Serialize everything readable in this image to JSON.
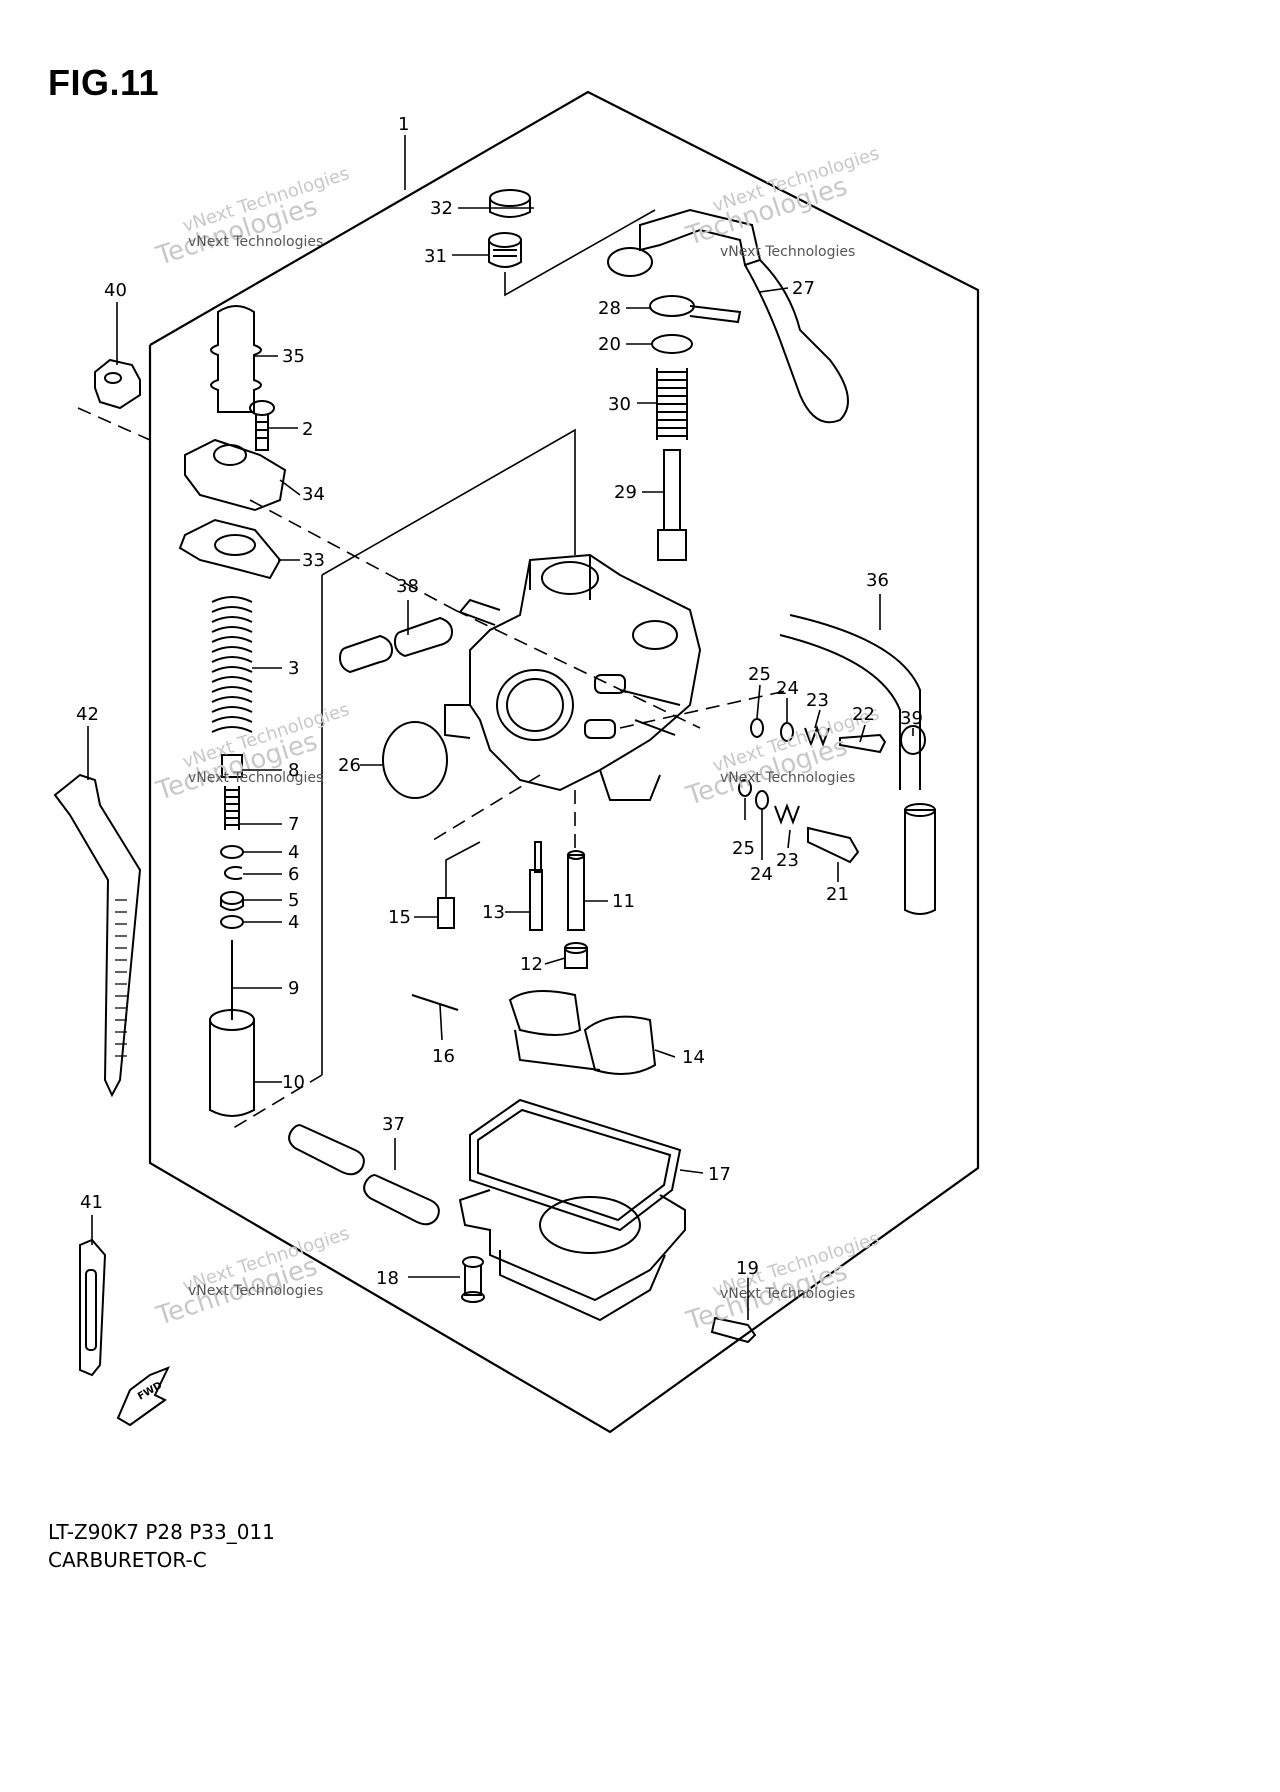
{
  "figure_label": "FIG.11",
  "diagram_code": "LT-Z90K7 P28 P33_011",
  "diagram_name": "CARBURETOR-C",
  "watermark": {
    "line1": "vNext Technologies",
    "line2": "Technologies"
  },
  "fwd_label": "FWD",
  "callouts": [
    "1",
    "2",
    "3",
    "4",
    "5",
    "6",
    "7",
    "8",
    "9",
    "10",
    "11",
    "12",
    "13",
    "14",
    "15",
    "16",
    "17",
    "18",
    "19",
    "20",
    "21",
    "22",
    "23",
    "24",
    "25",
    "26",
    "27",
    "28",
    "29",
    "30",
    "31",
    "32",
    "33",
    "34",
    "35",
    "36",
    "37",
    "38",
    "39",
    "40",
    "41",
    "42"
  ]
}
